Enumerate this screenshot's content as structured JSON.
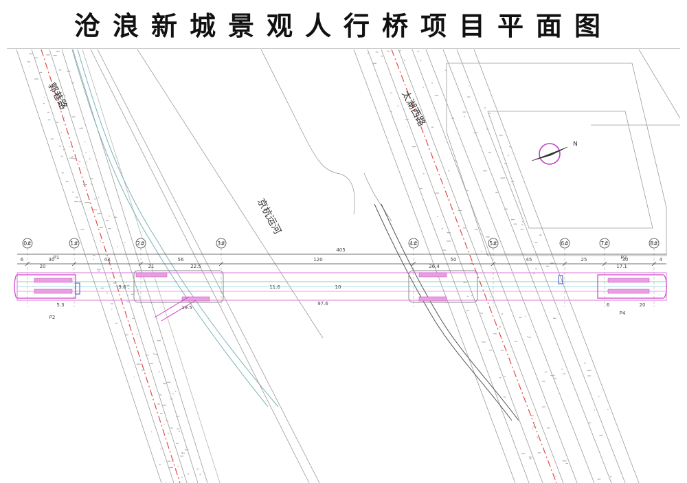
{
  "title": "沧浪新城景观人行桥项目平面图",
  "labels": {
    "road_left": "郭巷路",
    "road_right": "太湖西路",
    "canal": "京杭运河",
    "north": "N"
  },
  "piers": [
    "0#",
    "1#",
    "2#",
    "3#",
    "4#",
    "5#",
    "6#",
    "7#",
    "8#"
  ],
  "stair_labels": [
    "P1",
    "P2",
    "P3",
    "P4"
  ],
  "dimensions": {
    "total": "405",
    "spans": [
      "30",
      "43",
      "56",
      "120",
      "50",
      "45",
      "25",
      "30"
    ],
    "ends": [
      "6",
      "4"
    ],
    "stair_w": "20",
    "left_inner": [
      "21",
      "22.5",
      "19.5"
    ],
    "right_inner": [
      "26.4",
      "17.1",
      "20"
    ],
    "small_left": "5.3",
    "small_right": "6",
    "mid_offset": "11.6",
    "mid_deck": "10",
    "canal_w": "97.6",
    "left_deck_w": "9.6"
  },
  "colors": {
    "line": "#9a9a9a",
    "road_red": "#e04848",
    "deck": "#d97ad9",
    "magenta": "#d040c8",
    "blue": "#3a50c8",
    "green": "#2aa05a",
    "cyan": "#5ab8c8"
  }
}
